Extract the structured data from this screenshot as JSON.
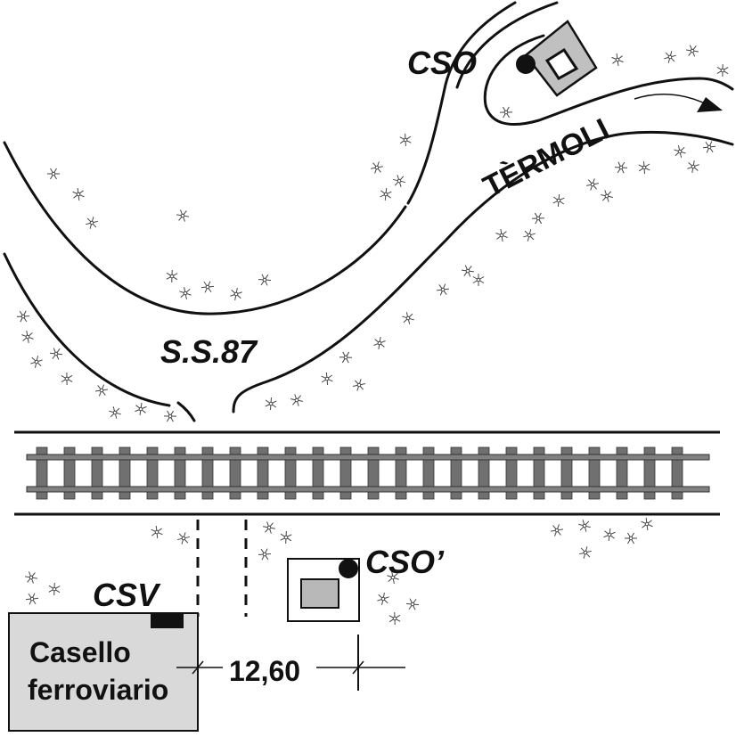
{
  "labels": {
    "cso_north": "CSO",
    "road_destination": "TÈRMOLI",
    "road_name": "S.S.87",
    "cso_south": "CSO’",
    "csv": "CSV",
    "building_line1": "Casello",
    "building_line2": "ferroviario",
    "distance": "12,60"
  },
  "colors": {
    "line": "#111111",
    "rail_gray": "#707070",
    "building_fill": "#d9d9d9",
    "box_fill": "#c8c8c8",
    "vegetation": "#444444"
  },
  "icons": {
    "vegetation": "flower-icon",
    "direction": "arrow-icon",
    "device_marker": "filled-dot-icon"
  }
}
